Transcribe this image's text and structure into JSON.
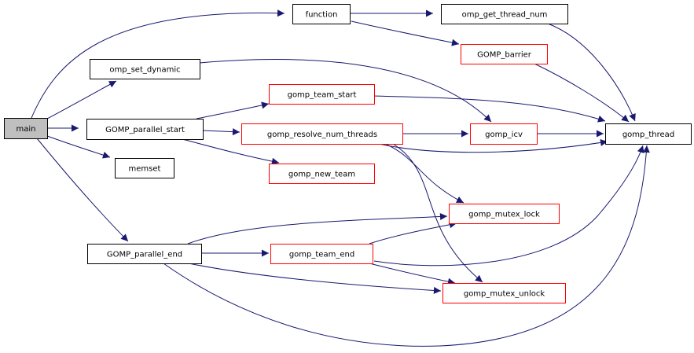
{
  "title": "Call graph for main",
  "colors": {
    "edge": "#191970",
    "root_fill": "#bfbfbf",
    "root_border": "#000000",
    "node_border_black": "#000000",
    "node_border_red": "#ff0000",
    "node_fill": "#ffffff"
  },
  "nodes": [
    {
      "id": "main",
      "label": "main",
      "style": "root"
    },
    {
      "id": "function",
      "label": "function",
      "style": "black"
    },
    {
      "id": "omp_set_dynamic",
      "label": "omp_set_dynamic",
      "style": "black"
    },
    {
      "id": "GOMP_parallel_start",
      "label": "GOMP_parallel_start",
      "style": "black"
    },
    {
      "id": "memset",
      "label": "memset",
      "style": "black"
    },
    {
      "id": "GOMP_parallel_end",
      "label": "GOMP_parallel_end",
      "style": "black"
    },
    {
      "id": "omp_get_thread_num",
      "label": "omp_get_thread_num",
      "style": "black"
    },
    {
      "id": "GOMP_barrier",
      "label": "GOMP_barrier",
      "style": "red"
    },
    {
      "id": "gomp_team_start",
      "label": "gomp_team_start",
      "style": "red"
    },
    {
      "id": "gomp_resolve_num_threads",
      "label": "gomp_resolve_num_threads",
      "style": "red"
    },
    {
      "id": "gomp_new_team",
      "label": "gomp_new_team",
      "style": "red"
    },
    {
      "id": "gomp_icv",
      "label": "gomp_icv",
      "style": "red"
    },
    {
      "id": "gomp_thread",
      "label": "gomp_thread",
      "style": "black"
    },
    {
      "id": "gomp_mutex_lock",
      "label": "gomp_mutex_lock",
      "style": "red"
    },
    {
      "id": "gomp_team_end",
      "label": "gomp_team_end",
      "style": "red"
    },
    {
      "id": "gomp_mutex_unlock",
      "label": "gomp_mutex_unlock",
      "style": "red"
    }
  ],
  "edges": [
    {
      "from": "main",
      "to": "function"
    },
    {
      "from": "main",
      "to": "omp_set_dynamic"
    },
    {
      "from": "main",
      "to": "GOMP_parallel_start"
    },
    {
      "from": "main",
      "to": "memset"
    },
    {
      "from": "main",
      "to": "GOMP_parallel_end"
    },
    {
      "from": "function",
      "to": "omp_get_thread_num"
    },
    {
      "from": "function",
      "to": "GOMP_barrier"
    },
    {
      "from": "omp_set_dynamic",
      "to": "gomp_icv"
    },
    {
      "from": "GOMP_parallel_start",
      "to": "gomp_team_start"
    },
    {
      "from": "GOMP_parallel_start",
      "to": "gomp_resolve_num_threads"
    },
    {
      "from": "GOMP_parallel_start",
      "to": "gomp_new_team"
    },
    {
      "from": "omp_get_thread_num",
      "to": "gomp_thread"
    },
    {
      "from": "GOMP_barrier",
      "to": "gomp_thread"
    },
    {
      "from": "gomp_team_start",
      "to": "gomp_thread"
    },
    {
      "from": "gomp_resolve_num_threads",
      "to": "gomp_icv"
    },
    {
      "from": "gomp_resolve_num_threads",
      "to": "gomp_thread"
    },
    {
      "from": "gomp_resolve_num_threads",
      "to": "gomp_mutex_lock"
    },
    {
      "from": "gomp_resolve_num_threads",
      "to": "gomp_mutex_unlock"
    },
    {
      "from": "gomp_icv",
      "to": "gomp_thread"
    },
    {
      "from": "GOMP_parallel_end",
      "to": "gomp_mutex_lock"
    },
    {
      "from": "GOMP_parallel_end",
      "to": "gomp_team_end"
    },
    {
      "from": "GOMP_parallel_end",
      "to": "gomp_mutex_unlock"
    },
    {
      "from": "GOMP_parallel_end",
      "to": "gomp_thread"
    },
    {
      "from": "gomp_team_end",
      "to": "gomp_mutex_lock"
    },
    {
      "from": "gomp_team_end",
      "to": "gomp_thread"
    },
    {
      "from": "gomp_team_end",
      "to": "gomp_mutex_unlock"
    }
  ]
}
